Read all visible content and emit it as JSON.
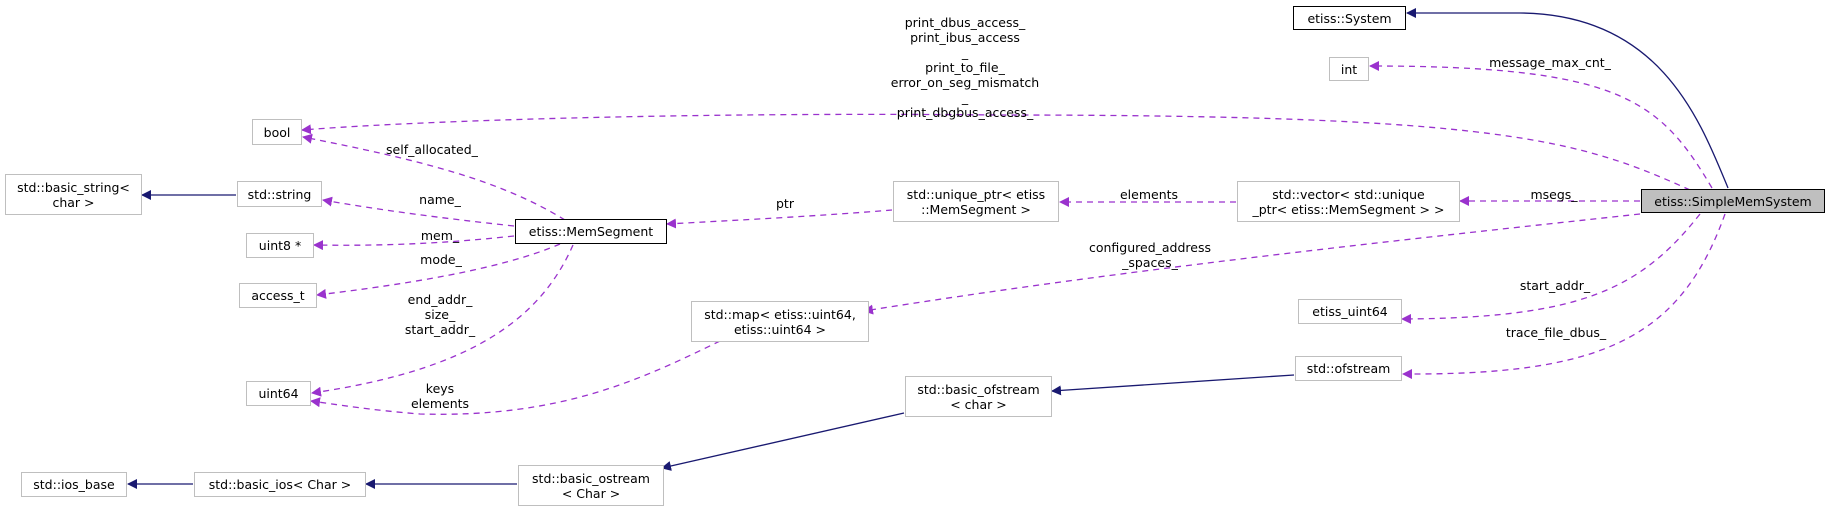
{
  "nodes": {
    "simple_mem_system": "etiss::SimpleMemSystem",
    "system": "etiss::System",
    "int": "int",
    "bool": "bool",
    "vector": "std::vector< std::unique\n_ptr< etiss::MemSegment > >",
    "unique_ptr": "std::unique_ptr< etiss\n::MemSegment >",
    "mem_segment": "etiss::MemSegment",
    "basic_string": "std::basic_string<\nchar >",
    "string": "std::string",
    "uint8_ptr": "uint8 *",
    "access_t": "access_t",
    "uint64": "uint64",
    "map": "std::map< etiss::uint64,\netiss::uint64 >",
    "etiss_uint64": "etiss_uint64",
    "ofstream": "std::ofstream",
    "basic_ofstream": "std::basic_ofstream\n< char >",
    "basic_ostream": "std::basic_ostream\n< Char >",
    "basic_ios": "std::basic_ios< Char >",
    "ios_base": "std::ios_base"
  },
  "edge_labels": {
    "bool_members": "print_dbus_access_\nprint_ibus_access\n_\nprint_to_file_\nerror_on_seg_mismatch\n_\nprint_dbgbus_access_",
    "message_max_cnt": "message_max_cnt_",
    "msegs": "msegs_",
    "elements_vec": "elements",
    "ptr": "ptr",
    "self_allocated": "self_allocated_",
    "name": "name_",
    "mem": "mem_",
    "mode": "mode_",
    "uint64_members": "end_addr_\nsize_\nstart_addr_",
    "configured_address_spaces": "configured_address\n_spaces_",
    "start_addr": "start_addr_",
    "trace_file_dbus": "trace_file_dbus_",
    "map_members": "keys\nelements"
  },
  "colors": {
    "inheritance": "#191970",
    "usage": "#9a32cd",
    "focus_fill": "#bfbfbf",
    "node_border": "#bfbfbf"
  }
}
